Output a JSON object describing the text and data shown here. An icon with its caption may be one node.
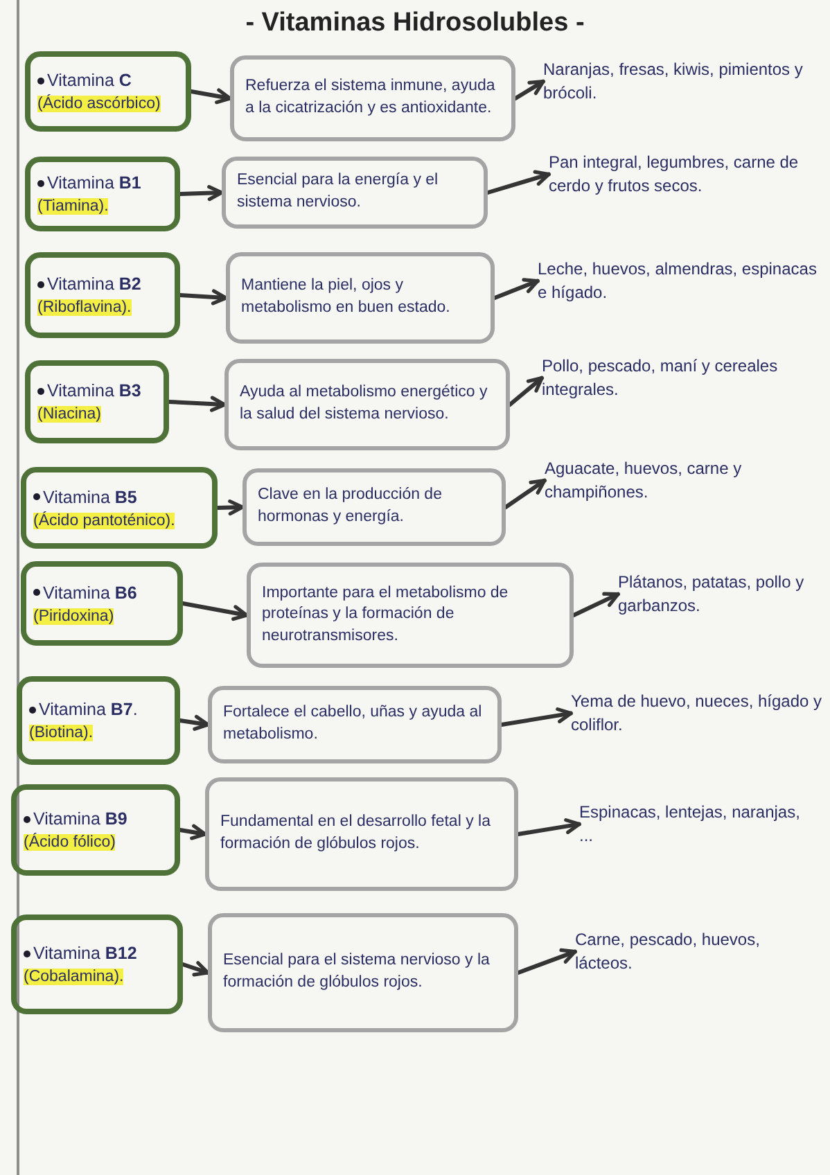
{
  "diagram": {
    "title": "- Vitaminas Hidrosolubles -",
    "nodes": [
      {
        "text": [
          "Vitamina **C**",
          "(Ácido ascórbico)"
        ]
      },
      {
        "text": [
          "Refuerza el sistema inmune, ayuda a la cicatrización y es antioxidante."
        ]
      },
      {
        "text": [
          "Naranjas, fresas, kiwis, pimientos y brócoli."
        ]
      },
      {
        "text": [
          "Vitamina **B1**",
          "(Tiamina)."
        ]
      },
      {
        "text": [
          "Esencial para la energía y el sistema nervioso."
        ]
      },
      {
        "text": [
          "Pan integral, legumbres, carne de cerdo y frutos secos."
        ]
      },
      {
        "text": [
          "Vitamina **B2**",
          "(Riboflavina)."
        ]
      },
      {
        "text": [
          "Mantiene la piel, ojos y metabolismo en buen estado."
        ]
      },
      {
        "text": [
          "Leche, huevos, almendras, espinacas e hígado."
        ]
      },
      {
        "text": [
          "Vitamina **B3**",
          "(Niacina)"
        ]
      },
      {
        "text": [
          "Ayuda al metabolismo energético y la salud del sistema nervioso."
        ]
      },
      {
        "text": [
          "Pollo, pescado, maní y cereales integrales."
        ]
      },
      {
        "text": [
          "Vitamina **B5**",
          "(Ácido pantoténico)."
        ]
      },
      {
        "text": [
          "Clave en la producción de hormonas y energía."
        ]
      },
      {
        "text": [
          "Aguacate, huevos, carne y champiñones."
        ]
      },
      {
        "text": [
          "Vitamina **B6**",
          "(Piridoxina)"
        ]
      },
      {
        "text": [
          "Importante para el metabolismo de proteínas y la formación de neurotransmisores."
        ]
      },
      {
        "text": [
          "Plátanos, patatas, pollo y garbanzos."
        ]
      },
      {
        "text": [
          "Vitamina **B7**.",
          "(Biotina)."
        ]
      },
      {
        "text": [
          "Fortalece el cabello, uñas y ayuda al metabolismo."
        ]
      },
      {
        "text": [
          "Yema de huevo, nueces, hígado y coliflor."
        ]
      },
      {
        "text": [
          "Vitamina **B9**",
          "(Ácido fólico)"
        ]
      },
      {
        "text": [
          "Fundamental en el desarrollo fetal y la formación de glóbulos rojos."
        ]
      },
      {
        "text": [
          "Espinacas, lentejas, naranjas, ..."
        ]
      },
      {
        "text": [
          "Vitamina **B12**",
          "(Cobalamina)."
        ]
      },
      {
        "text": [
          "Esencial para el sistema nervioso y la formación de glóbulos rojos."
        ]
      },
      {
        "text": [
          "Carne, pescado, huevos, lácteos."
        ]
      }
    ],
    "edges": [
      {
        "from": 0,
        "to": 1,
        "arrow": "to"
      },
      {
        "from": 1,
        "to": 2,
        "arrow": "to"
      },
      {
        "from": 3,
        "to": 4,
        "arrow": "to"
      },
      {
        "from": 4,
        "to": 5,
        "arrow": "to"
      },
      {
        "from": 6,
        "to": 7,
        "arrow": "to"
      },
      {
        "from": 7,
        "to": 8,
        "arrow": "to"
      },
      {
        "from": 9,
        "to": 10,
        "arrow": "to"
      },
      {
        "from": 10,
        "to": 11,
        "arrow": "to"
      },
      {
        "from": 12,
        "to": 13,
        "arrow": "to"
      },
      {
        "from": 13,
        "to": 14,
        "arrow": "to"
      },
      {
        "from": 15,
        "to": 16,
        "arrow": "to"
      },
      {
        "from": 16,
        "to": 17,
        "arrow": "to"
      },
      {
        "from": 18,
        "to": 19,
        "arrow": "to"
      },
      {
        "from": 19,
        "to": 20,
        "arrow": "to"
      },
      {
        "from": 21,
        "to": 22,
        "arrow": "to"
      },
      {
        "from": 22,
        "to": 23,
        "arrow": "to"
      },
      {
        "from": 24,
        "to": 25,
        "arrow": "to"
      },
      {
        "from": 25,
        "to": 26,
        "arrow": "to"
      }
    ]
  }
}
